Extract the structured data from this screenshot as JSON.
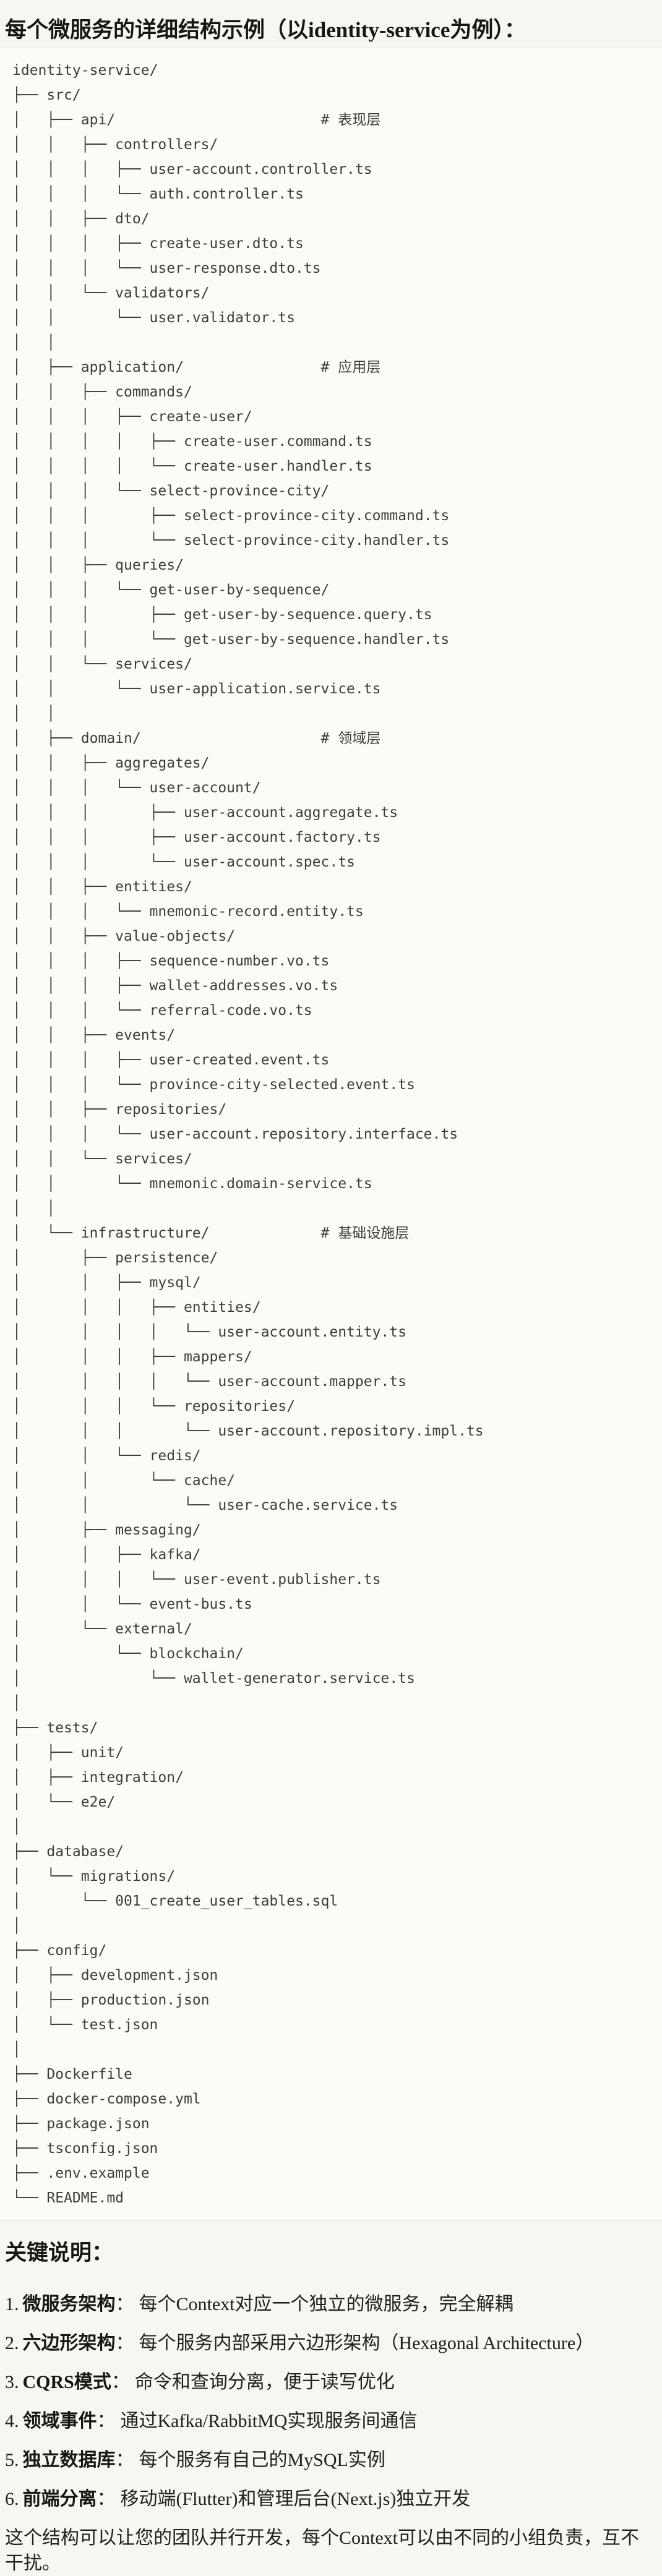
{
  "page": {
    "title": "每个微服务的详细结构示例（以identity-service为例）：",
    "background_color": "#f7f6f1"
  },
  "code_block": {
    "background_color": "#fcfbf8",
    "border_color": "#e7e5de",
    "text_color": "#3d3d39",
    "tree_lines": [
      "identity-service/",
      "├── src/",
      "│   ├── api/                        # 表现层",
      "│   │   ├── controllers/",
      "│   │   │   ├── user-account.controller.ts",
      "│   │   │   └── auth.controller.ts",
      "│   │   ├── dto/",
      "│   │   │   ├── create-user.dto.ts",
      "│   │   │   └── user-response.dto.ts",
      "│   │   └── validators/",
      "│   │       └── user.validator.ts",
      "│   │",
      "│   ├── application/                # 应用层",
      "│   │   ├── commands/",
      "│   │   │   ├── create-user/",
      "│   │   │   │   ├── create-user.command.ts",
      "│   │   │   │   └── create-user.handler.ts",
      "│   │   │   └── select-province-city/",
      "│   │   │       ├── select-province-city.command.ts",
      "│   │   │       └── select-province-city.handler.ts",
      "│   │   ├── queries/",
      "│   │   │   └── get-user-by-sequence/",
      "│   │   │       ├── get-user-by-sequence.query.ts",
      "│   │   │       └── get-user-by-sequence.handler.ts",
      "│   │   └── services/",
      "│   │       └── user-application.service.ts",
      "│   │",
      "│   ├── domain/                     # 领域层",
      "│   │   ├── aggregates/",
      "│   │   │   └── user-account/",
      "│   │   │       ├── user-account.aggregate.ts",
      "│   │   │       ├── user-account.factory.ts",
      "│   │   │       └── user-account.spec.ts",
      "│   │   ├── entities/",
      "│   │   │   └── mnemonic-record.entity.ts",
      "│   │   ├── value-objects/",
      "│   │   │   ├── sequence-number.vo.ts",
      "│   │   │   ├── wallet-addresses.vo.ts",
      "│   │   │   └── referral-code.vo.ts",
      "│   │   ├── events/",
      "│   │   │   ├── user-created.event.ts",
      "│   │   │   └── province-city-selected.event.ts",
      "│   │   ├── repositories/",
      "│   │   │   └── user-account.repository.interface.ts",
      "│   │   └── services/",
      "│   │       └── mnemonic.domain-service.ts",
      "│   │",
      "│   └── infrastructure/             # 基础设施层",
      "│       ├── persistence/",
      "│       │   ├── mysql/",
      "│       │   │   ├── entities/",
      "│       │   │   │   └── user-account.entity.ts",
      "│       │   │   ├── mappers/",
      "│       │   │   │   └── user-account.mapper.ts",
      "│       │   │   └── repositories/",
      "│       │   │       └── user-account.repository.impl.ts",
      "│       │   └── redis/",
      "│       │       └── cache/",
      "│       │           └── user-cache.service.ts",
      "│       ├── messaging/",
      "│       │   ├── kafka/",
      "│       │   │   └── user-event.publisher.ts",
      "│       │   └── event-bus.ts",
      "│       └── external/",
      "│           └── blockchain/",
      "│               └── wallet-generator.service.ts",
      "│",
      "├── tests/",
      "│   ├── unit/",
      "│   ├── integration/",
      "│   └── e2e/",
      "│",
      "├── database/",
      "│   └── migrations/",
      "│       └── 001_create_user_tables.sql",
      "│",
      "├── config/",
      "│   ├── development.json",
      "│   ├── production.json",
      "│   └── test.json",
      "│",
      "├── Dockerfile",
      "├── docker-compose.yml",
      "├── package.json",
      "├── tsconfig.json",
      "├── .env.example",
      "└── README.md"
    ]
  },
  "key_points": {
    "heading": "关键说明：",
    "items": [
      {
        "num": "1.",
        "term": "微服务架构",
        "sep": "：",
        "desc": "每个Context对应一个独立的微服务，完全解耦"
      },
      {
        "num": "2.",
        "term": "六边形架构",
        "sep": "：",
        "desc": "每个服务内部采用六边形架构（Hexagonal Architecture）"
      },
      {
        "num": "3.",
        "term": "CQRS模式",
        "sep": "：",
        "desc": "命令和查询分离，便于读写优化"
      },
      {
        "num": "4.",
        "term": "领域事件",
        "sep": "：",
        "desc": "通过Kafka/RabbitMQ实现服务间通信"
      },
      {
        "num": "5.",
        "term": "独立数据库",
        "sep": "：",
        "desc": "每个服务有自己的MySQL实例"
      },
      {
        "num": "6.",
        "term": "前端分离",
        "sep": "：",
        "desc": "移动端(Flutter)和管理后台(Next.js)独立开发"
      }
    ],
    "closing": "这个结构可以让您的团队并行开发，每个Context可以由不同的小组负责，互不干扰。"
  }
}
